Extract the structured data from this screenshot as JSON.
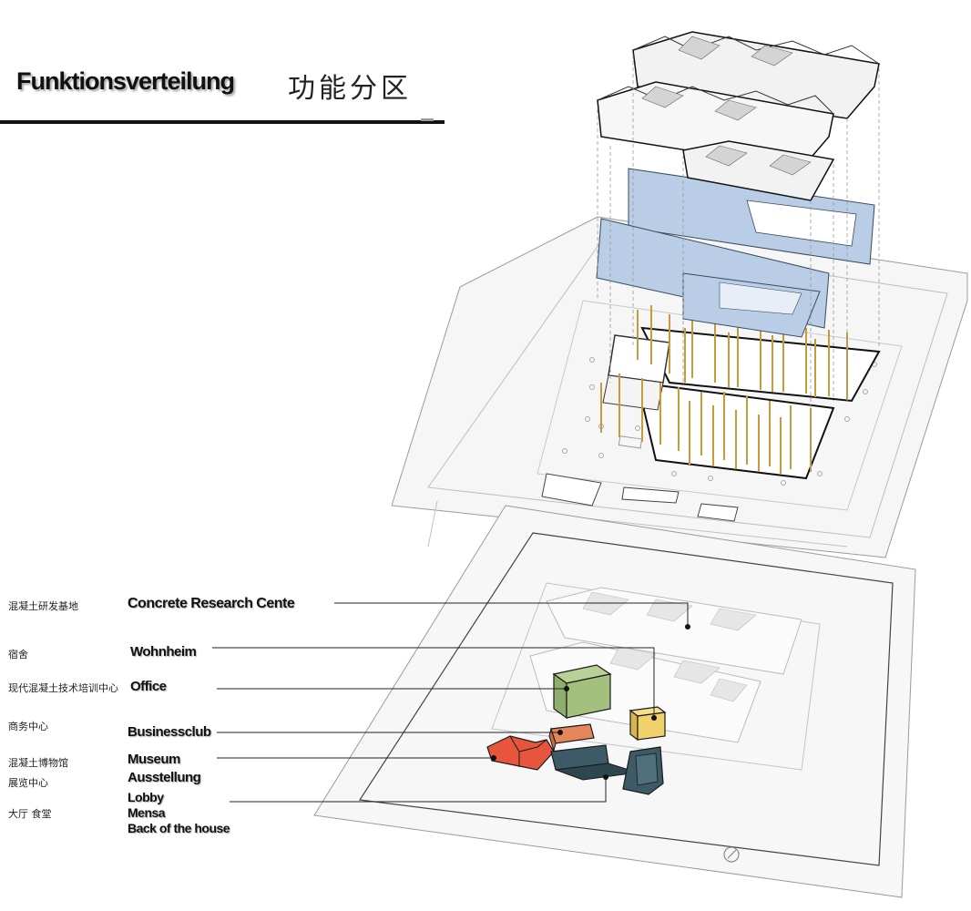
{
  "title": {
    "de": "Funktionsverteilung",
    "cn": "功能分区"
  },
  "legend": [
    {
      "cn": "混凝土研发基地",
      "de": "Concrete Research Cente"
    },
    {
      "cn": "宿舍",
      "de": "Wohnheim"
    },
    {
      "cn": "现代混凝土技术培训中心",
      "de": "Office"
    },
    {
      "cn": "商务中心",
      "de": "Businessclub"
    },
    {
      "cn": "混凝土博物馆",
      "de": "Museum"
    },
    {
      "cn": "展览中心",
      "de": "Ausstellung"
    },
    {
      "cn": "大厅  食堂",
      "de": "Lobby"
    },
    {
      "de": "Mensa"
    },
    {
      "de": "Back of the house"
    }
  ],
  "colors": {
    "office": "#a3c07f",
    "wohnheim": "#f1d16a",
    "businessclub": "#e3865a",
    "museum": "#e8553d",
    "lobby": "#3d5b66",
    "roof": "#f2f2f2",
    "glass": "#b9cde6",
    "columns": "#c79a3a"
  }
}
